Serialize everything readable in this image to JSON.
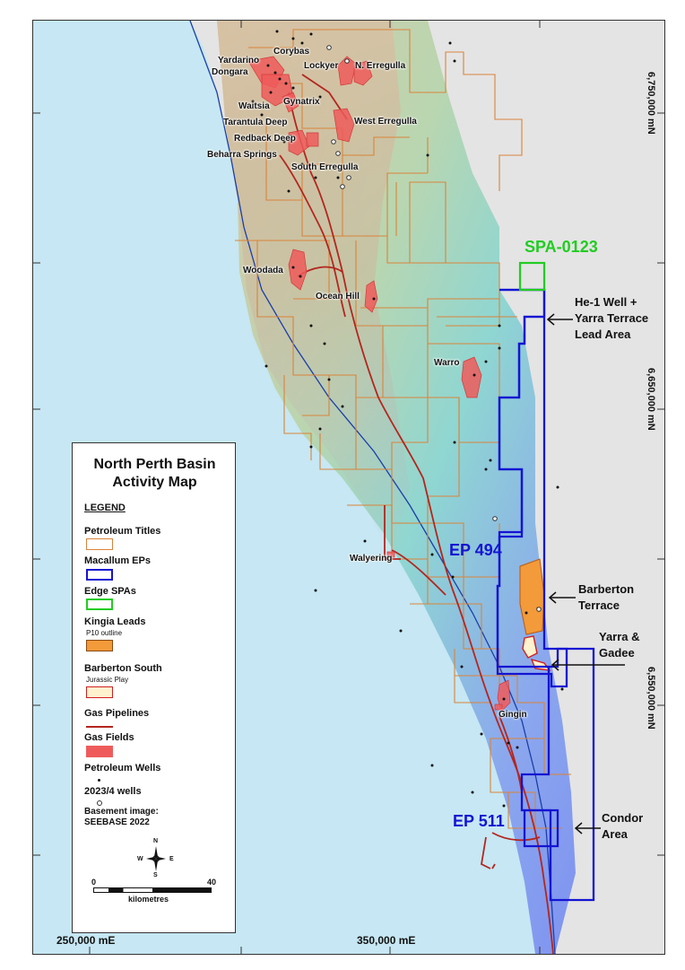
{
  "map": {
    "legend": {
      "title_line1": "North Perth Basin",
      "title_line2": "Activity Map",
      "heading": "LEGEND",
      "items": [
        {
          "label": "Petroleum Titles",
          "sub": "",
          "color": "#d9843b"
        },
        {
          "label": "Macallum EPs",
          "sub": "",
          "color": "#1414d2"
        },
        {
          "label": "Edge SPAs",
          "sub": "",
          "color": "#22cc22"
        },
        {
          "label": "Kingia Leads",
          "sub": "P10 outline",
          "color": "#f39a3a"
        },
        {
          "label": "Barberton South",
          "sub": "Jurassic Play",
          "color": "#d01f1f"
        },
        {
          "label": "Gas Pipelines",
          "sub": "",
          "color": "#b3261e"
        },
        {
          "label": "Gas Fields",
          "sub": "",
          "color": "#ef5b5b"
        },
        {
          "label": "Petroleum Wells",
          "sub": "",
          "color": "#111111"
        },
        {
          "label": "2023/4 wells",
          "sub": "",
          "color": "#111111"
        },
        {
          "label": "Basement image:",
          "sub": "",
          "color": ""
        },
        {
          "label": "SEEBASE 2022",
          "sub": "",
          "color": ""
        }
      ],
      "compass": {
        "n": "N",
        "s": "S",
        "e": "E",
        "w": "W"
      },
      "scale": {
        "start": "0",
        "end": "40",
        "unit": "kilometres"
      }
    },
    "field_labels": {
      "corybas": "Corybas",
      "yardarino": "Yardarino",
      "dongara": "Dongara",
      "lockyer": "Lockyer",
      "n_erregulla": "N. Erregulla",
      "gynatrix": "Gynatrix",
      "waitsia": "Waitsia",
      "west_erregulla": "West Erregulla",
      "tarantula_deep": "Tarantula Deep",
      "redback_deep": "Redback Deep",
      "beharra_springs": "Beharra Springs",
      "south_erregulla": "South Erregulla",
      "woodada": "Woodada",
      "ocean_hill": "Ocean Hill",
      "warro": "Warro",
      "walyering": "Walyering",
      "gingin": "Gingin"
    },
    "block_labels": {
      "spa": "SPA-0123",
      "ep494": "EP 494",
      "ep511": "EP 511"
    },
    "callouts": {
      "he1_line1": "He-1 Well +",
      "he1_line2": "Yarra Terrace",
      "he1_line3": "Lead Area",
      "barberton_line1": "Barberton",
      "barberton_line2": "Terrace",
      "yarra_line1": "Yarra &",
      "yarra_line2": "Gadee",
      "condor_line1": "Condor",
      "condor_line2": "Area"
    },
    "coords": {
      "n1": "6,750,000 mN",
      "n2": "6,650,000 mN",
      "n3": "6,550,000 mN",
      "e1": "250,000 mE",
      "e2": "350,000 mE"
    }
  }
}
